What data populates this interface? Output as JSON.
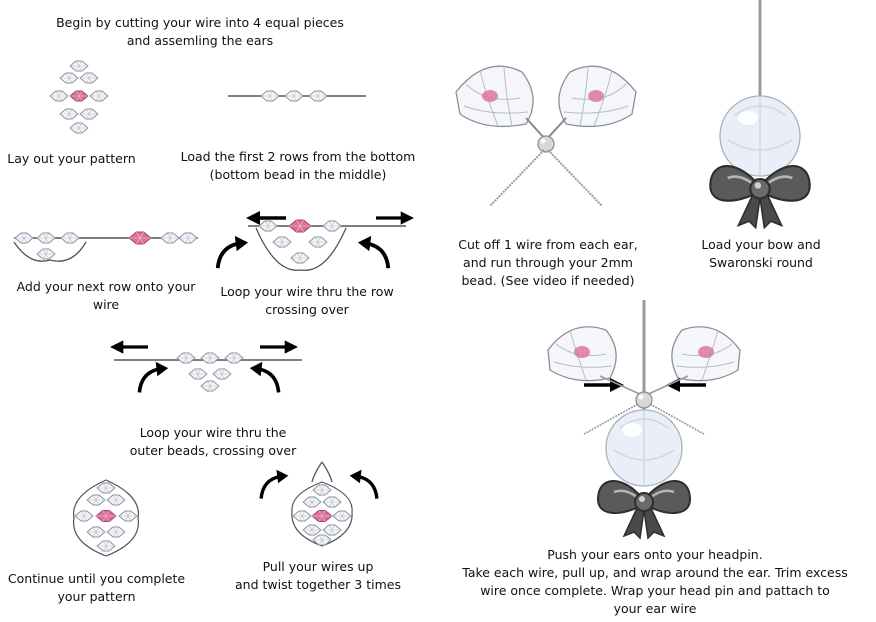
{
  "steps": {
    "intro": "Begin by cutting your wire into 4 equal pieces\nand assemling the  ears",
    "layout": "Lay out your pattern",
    "load_rows": "Load the first 2 rows from the bottom\n(bottom bead in the middle)",
    "next_row": "Add your next row onto your\nwire",
    "loop_row": "Loop your wire thru the row\ncrossing over",
    "loop_outer": "Loop your wire thru the\nouter beads, crossing over",
    "continue": "Continue until you complete\nyour pattern",
    "pull_twist": "Pull your wires up\nand twist together 3 times",
    "cut_wire": "Cut off 1 wire from each ear,\nand run through your 2mm\nbead. (See video if needed)",
    "load_bow": "Load your bow and\nSwaronski round",
    "push_ears": "Push your ears onto your headpin.\nTake each wire, pull up, and wrap around the ear.  Trim excess\nwire once complete.  Wrap your head pin and pattach to\nyour ear wire"
  },
  "colors": {
    "crystal": "#f4f6fa",
    "crystal_edge": "#8a8f99",
    "pink": "#d9709a",
    "wire": "#555555",
    "silver": "#9a9a9a",
    "bow": "#4a4a4a",
    "arrow": "#000000",
    "opal": "#e9eef8"
  }
}
